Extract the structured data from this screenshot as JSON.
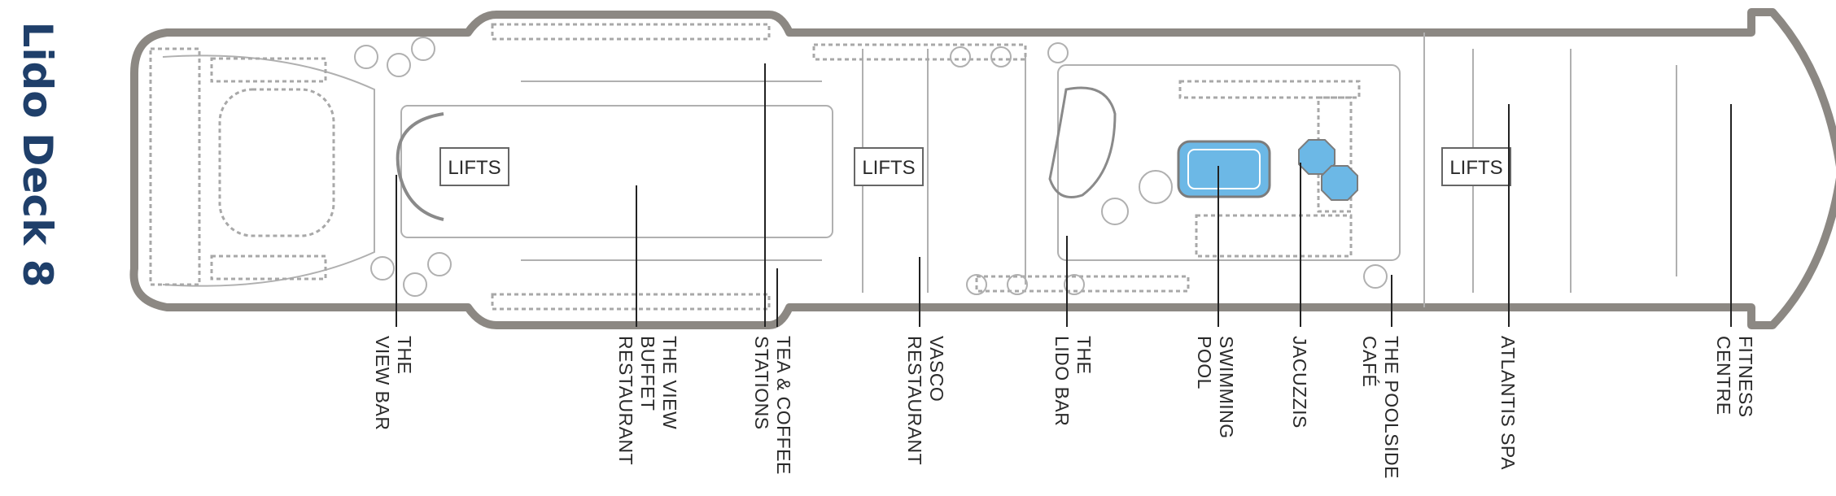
{
  "deck": {
    "title": "Lido Deck 8"
  },
  "colors": {
    "hull": "#8c8883",
    "title": "#1f3f6a",
    "pool": "#6cb8e6",
    "line": "#9a9a9a"
  },
  "lifts_label": "LIFTS",
  "venues": [
    {
      "id": "view-bar",
      "lines": [
        "THE",
        "VIEW BAR"
      ]
    },
    {
      "id": "view-buffet-restaurant",
      "lines": [
        "THE VIEW",
        "BUFFET",
        "RESTAURANT"
      ]
    },
    {
      "id": "tea-coffee-stations",
      "lines": [
        "TEA & COFFEE",
        "STATIONS"
      ]
    },
    {
      "id": "vasco-restaurant",
      "lines": [
        "VASCO",
        "RESTAURANT"
      ]
    },
    {
      "id": "lido-bar",
      "lines": [
        "THE",
        "LIDO BAR"
      ]
    },
    {
      "id": "swimming-pool",
      "lines": [
        "SWIMMING",
        "POOL"
      ]
    },
    {
      "id": "jacuzzis",
      "lines": [
        "JACUZZIS"
      ]
    },
    {
      "id": "poolside-cafe",
      "lines": [
        "THE POOLSIDE",
        "CAFÉ"
      ]
    },
    {
      "id": "atlantis-spa",
      "lines": [
        "ATLANTIS SPA"
      ]
    },
    {
      "id": "fitness-centre",
      "lines": [
        "FITNESS",
        "CENTRE"
      ]
    }
  ]
}
